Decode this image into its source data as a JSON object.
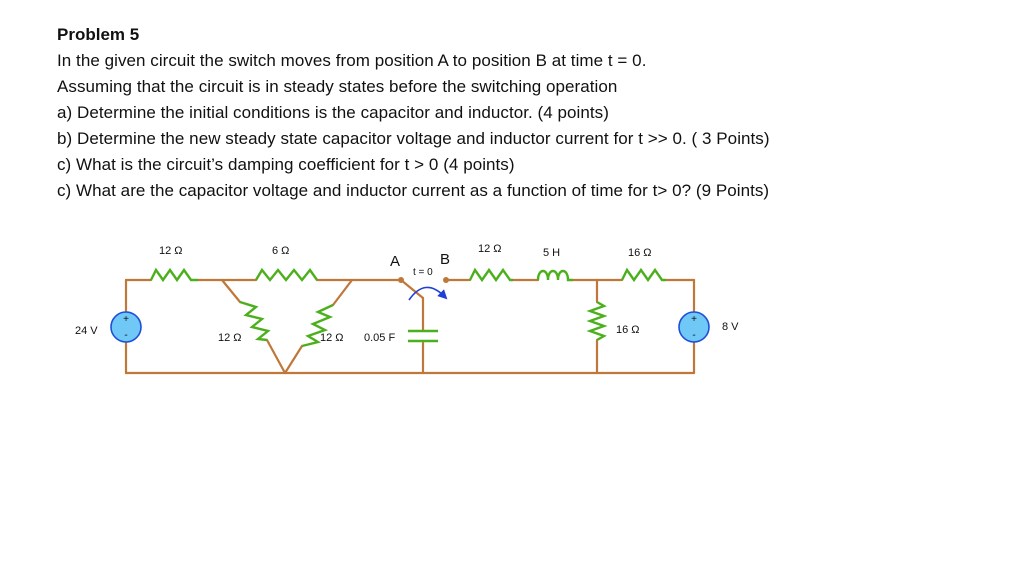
{
  "problem": {
    "title": "Problem 5",
    "lines": [
      "In the given circuit the switch moves from position A to position B at time t = 0.",
      "Assuming that the circuit is in steady states before the switching operation",
      "a) Determine the initial conditions is the capacitor and inductor. (4 points)",
      "b) Determine the new steady state capacitor voltage and inductor current for t >> 0. ( 3 Points)",
      "c) What is the circuit’s damping coefficient for  t > 0 (4 points)",
      "c) What are the capacitor voltage and inductor current as a function of time for t> 0? (9 Points)"
    ]
  },
  "circuit": {
    "colors": {
      "wire": "#c0773a",
      "resistor": "#4caf1c",
      "source_fill": "#6fc8f5",
      "source_stroke": "#1f4fd6",
      "arrow": "#1f3fd6"
    },
    "source_left": {
      "label": "24 V",
      "plus": "+",
      "minus": "-"
    },
    "source_right": {
      "label": "8 V",
      "plus": "+",
      "minus": "-"
    },
    "r_top_left": "12 Ω",
    "r_top_mid": "6 Ω",
    "r_delta_left": "12 Ω",
    "r_delta_right": "12 Ω",
    "capacitor": "0.05 F",
    "switch": {
      "pos_a": "A",
      "pos_b": "B",
      "time": "t = 0"
    },
    "r_series_b": "12 Ω",
    "inductor": "5 H",
    "r_top_right": "16 Ω",
    "r_shunt": "16 Ω"
  }
}
